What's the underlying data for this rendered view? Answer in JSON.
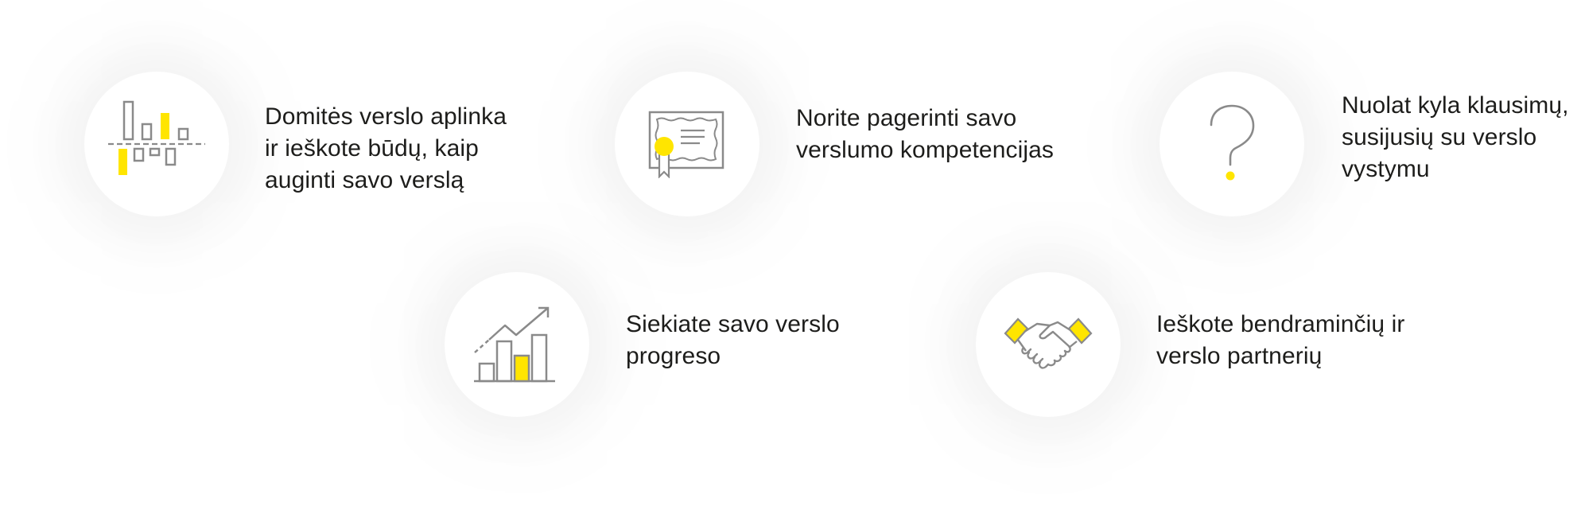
{
  "colors": {
    "accent": "#ffe500",
    "icon_stroke": "#8a8a8a",
    "text": "#1d1d1b",
    "background": "#ffffff"
  },
  "features": [
    {
      "icon": "bar-chart-icon",
      "lines": [
        "Domitės verslo aplinka",
        "ir ieškote būdų, kaip",
        "auginti savo verslą"
      ]
    },
    {
      "icon": "certificate-icon",
      "lines": [
        "Norite pagerinti savo",
        "verslumo kompetencijas"
      ]
    },
    {
      "icon": "question-mark-icon",
      "lines": [
        "Nuolat kyla klausimų,",
        "susijusių su verslo",
        "vystymu"
      ]
    },
    {
      "icon": "growth-chart-icon",
      "lines": [
        "Siekiate savo verslo",
        "progreso"
      ]
    },
    {
      "icon": "handshake-icon",
      "lines": [
        "Ieškote bendraminčių ir",
        "verslo partnerių"
      ]
    }
  ]
}
